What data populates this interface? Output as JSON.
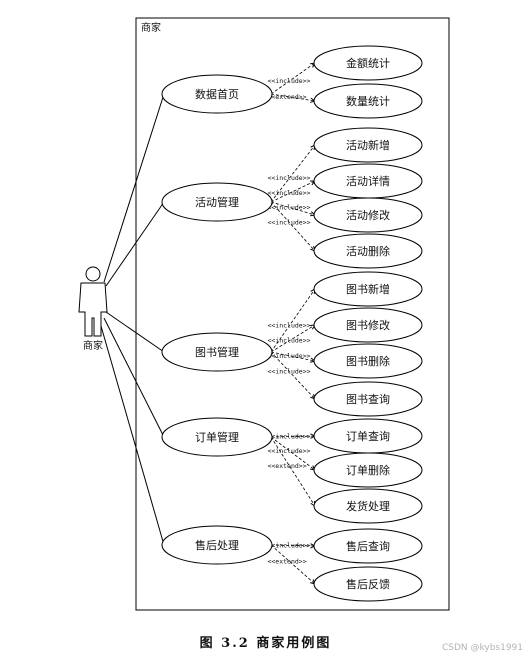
{
  "system_boundary_label": "商家",
  "actor": {
    "label": "商家"
  },
  "main_use_cases": [
    {
      "id": "m1",
      "label": "数据首页"
    },
    {
      "id": "m2",
      "label": "活动管理"
    },
    {
      "id": "m3",
      "label": "图书管理"
    },
    {
      "id": "m4",
      "label": "订单管理"
    },
    {
      "id": "m5",
      "label": "售后处理"
    }
  ],
  "sub_use_cases": [
    {
      "id": "s1",
      "label": "金额统计",
      "parent": "m1",
      "relation": "<<include>>"
    },
    {
      "id": "s2",
      "label": "数量统计",
      "parent": "m1",
      "relation": "<<extend>>"
    },
    {
      "id": "s3",
      "label": "活动新增",
      "parent": "m2",
      "relation": "<<include>>"
    },
    {
      "id": "s4",
      "label": "活动详情",
      "parent": "m2",
      "relation": "<<include>>"
    },
    {
      "id": "s5",
      "label": "活动修改",
      "parent": "m2",
      "relation": "<<include>>"
    },
    {
      "id": "s6",
      "label": "活动删除",
      "parent": "m2",
      "relation": "<<include>>"
    },
    {
      "id": "s7",
      "label": "图书新增",
      "parent": "m3",
      "relation": "<<include>>"
    },
    {
      "id": "s8",
      "label": "图书修改",
      "parent": "m3",
      "relation": "<<include>>"
    },
    {
      "id": "s9",
      "label": "图书删除",
      "parent": "m3",
      "relation": "<<include>>"
    },
    {
      "id": "s10",
      "label": "图书查询",
      "parent": "m3",
      "relation": "<<include>>"
    },
    {
      "id": "s11",
      "label": "订单查询",
      "parent": "m4",
      "relation": "<<include>>"
    },
    {
      "id": "s12",
      "label": "订单删除",
      "parent": "m4",
      "relation": "<<include>>"
    },
    {
      "id": "s13",
      "label": "发货处理",
      "parent": "m4",
      "relation": "<<extend>>"
    },
    {
      "id": "s14",
      "label": "售后查询",
      "parent": "m5",
      "relation": "<<include>>"
    },
    {
      "id": "s15",
      "label": "售后反馈",
      "parent": "m5",
      "relation": "<<extend>>"
    }
  ],
  "caption": "图 3.2 商家用例图",
  "watermark": "CSDN @kybs1991"
}
